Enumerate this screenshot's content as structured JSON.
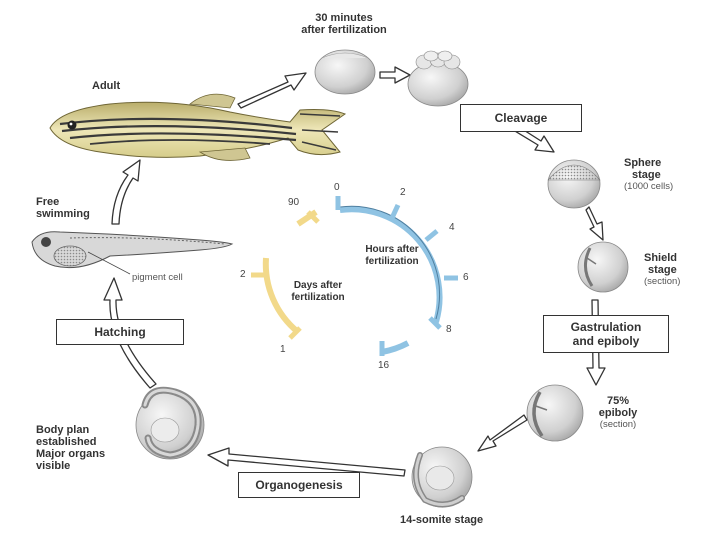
{
  "stages": {
    "thirty_min": [
      "30 minutes",
      "after fertilization"
    ],
    "adult": "Adult",
    "free_swimming": [
      "Free",
      "swimming"
    ],
    "pigment_cell": "pigment cell",
    "sphere": [
      "Sphere",
      "stage"
    ],
    "sphere_note": "(1000 cells)",
    "shield": [
      "Shield",
      "stage"
    ],
    "shield_note": "(section)",
    "epiboly75": [
      "75%",
      "epiboly"
    ],
    "epiboly75_note": "(section)",
    "somite14": "14-somite stage",
    "body_plan": [
      "Body plan",
      "established",
      "Major organs",
      "visible"
    ]
  },
  "boxes": {
    "cleavage": "Cleavage",
    "gastrulation": [
      "Gastrulation",
      "and epiboly"
    ],
    "organogenesis": "Organogenesis",
    "hatching": "Hatching"
  },
  "hours_clock": {
    "title": [
      "Hours after",
      "fertilization"
    ],
    "ticks": [
      "0",
      "2",
      "4",
      "6",
      "8",
      "16"
    ],
    "color": "#8fc3e3"
  },
  "days_clock": {
    "title": [
      "Days after",
      "fertilization"
    ],
    "ticks": [
      "90",
      "2",
      "1"
    ],
    "color": "#f2d98a"
  },
  "colors": {
    "embryo_fill": "#d9d9d9",
    "fish_stripe": "#3a3a3a",
    "fish_body": "#e8dfa0"
  }
}
